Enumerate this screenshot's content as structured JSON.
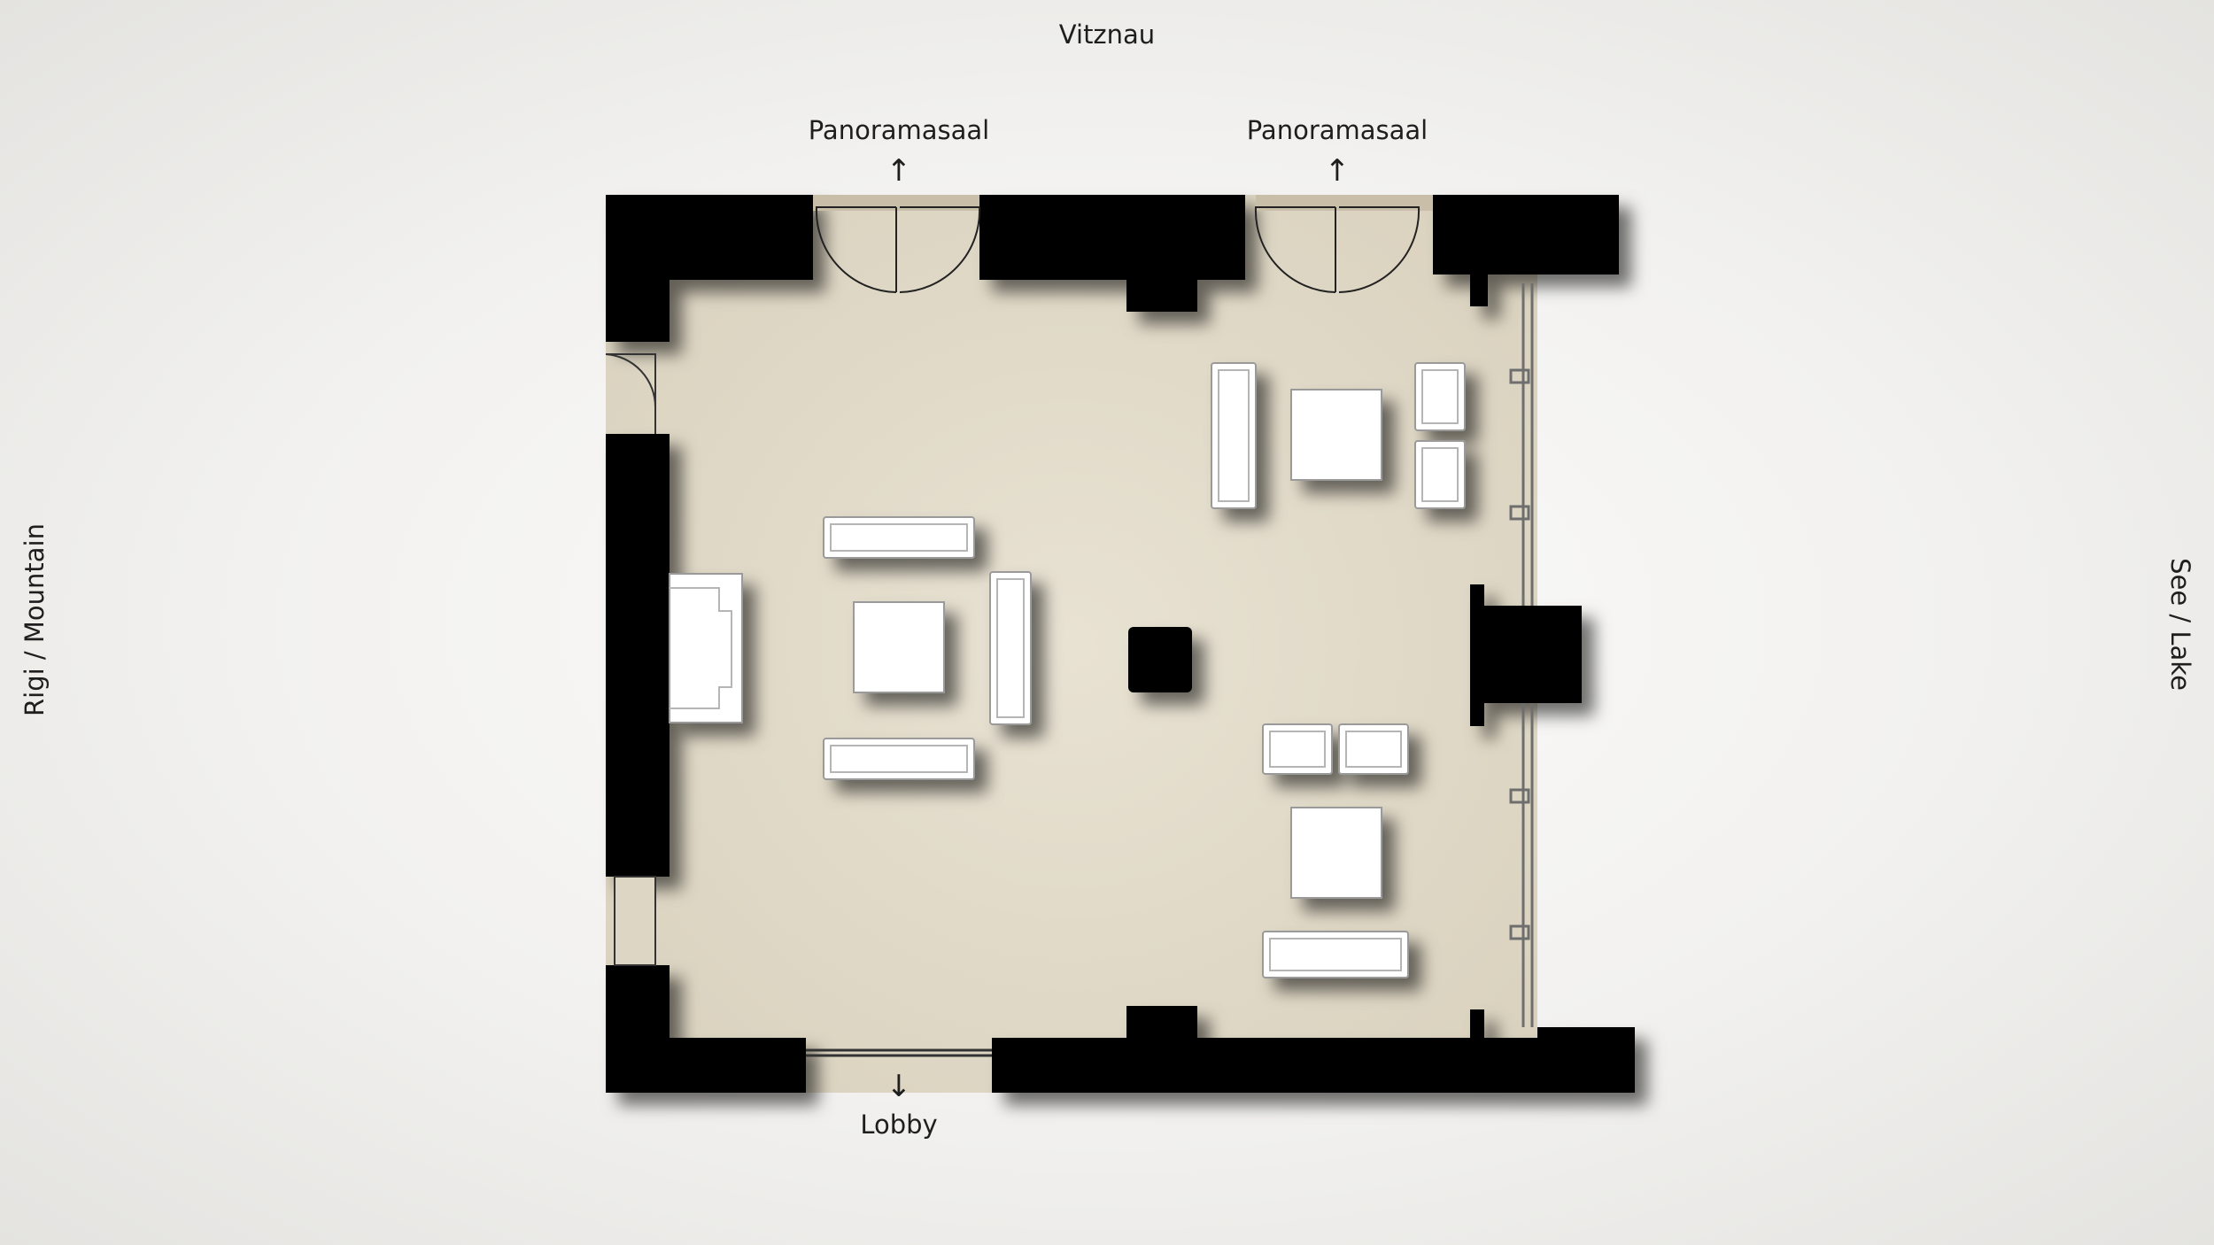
{
  "orientation": {
    "top": "Vitznau",
    "left": "Rigi / Mountain",
    "right": "See / Lake"
  },
  "exits": {
    "top_left": "Panoramasaal",
    "top_right": "Panoramasaal",
    "bottom": "Lobby"
  },
  "colors": {
    "wall": "#000000",
    "floor": "#e0d9c7",
    "furniture": "#ffffff"
  }
}
